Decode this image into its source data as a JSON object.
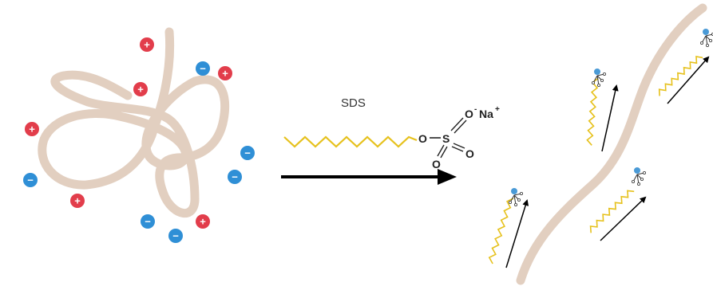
{
  "reagent_label": "SDS",
  "sulfate_group": {
    "o_top": "O",
    "o_top_charge": "-",
    "counterion": "Na",
    "counterion_charge": "+",
    "o_link": "O",
    "s": "S",
    "o_left": "O",
    "o_bottom": "O"
  },
  "charge_symbols": {
    "positive": "+",
    "negative": "−"
  },
  "colors": {
    "protein_strand": "#e2cfc0",
    "positive_charge": "#e23d4b",
    "negative_charge": "#2f8fd6",
    "surfactant_tail": "#e6c11c",
    "head_group": "#4a9ad6",
    "arrow": "#000000",
    "text": "#222222"
  },
  "native_protein_charges": [
    {
      "sign": "positive"
    },
    {
      "sign": "negative"
    },
    {
      "sign": "positive"
    },
    {
      "sign": "positive"
    },
    {
      "sign": "positive"
    },
    {
      "sign": "negative"
    },
    {
      "sign": "negative"
    },
    {
      "sign": "negative"
    },
    {
      "sign": "positive"
    },
    {
      "sign": "negative"
    },
    {
      "sign": "negative"
    },
    {
      "sign": "positive"
    }
  ]
}
